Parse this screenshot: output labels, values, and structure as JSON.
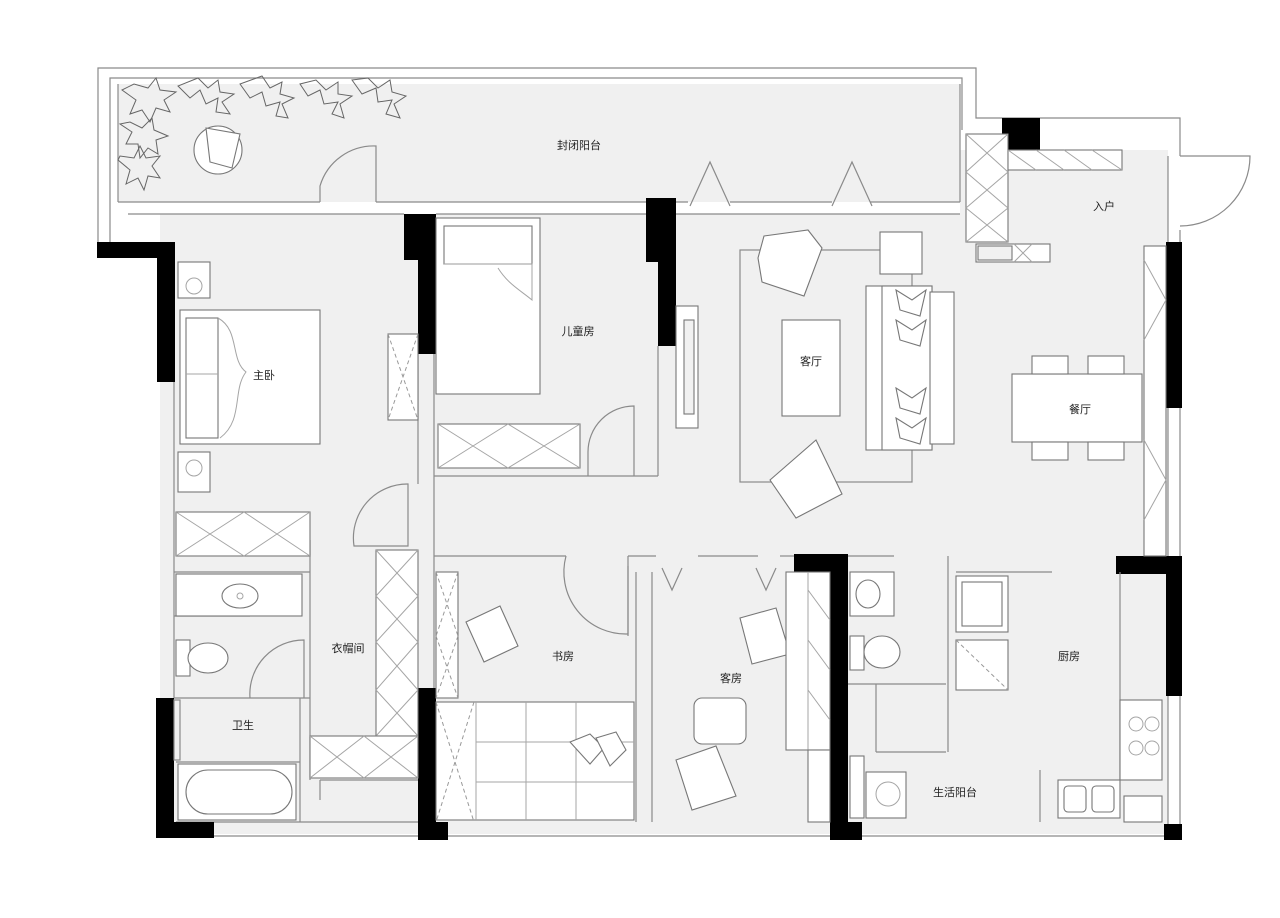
{
  "rooms": {
    "balcony_north": "封闭阳台",
    "master_bedroom": "主卧",
    "children_room": "儿童房",
    "living_room": "客厅",
    "entrance": "入户",
    "dining_room": "餐厅",
    "cloakroom": "衣帽间",
    "bathroom": "卫生",
    "study": "书房",
    "guest_room": "客房",
    "kitchen": "厨房",
    "service_balcony": "生活阳台"
  },
  "colors": {
    "wall": "#000000",
    "floor": "#f0f0f0",
    "line": "#8a8a8a"
  }
}
